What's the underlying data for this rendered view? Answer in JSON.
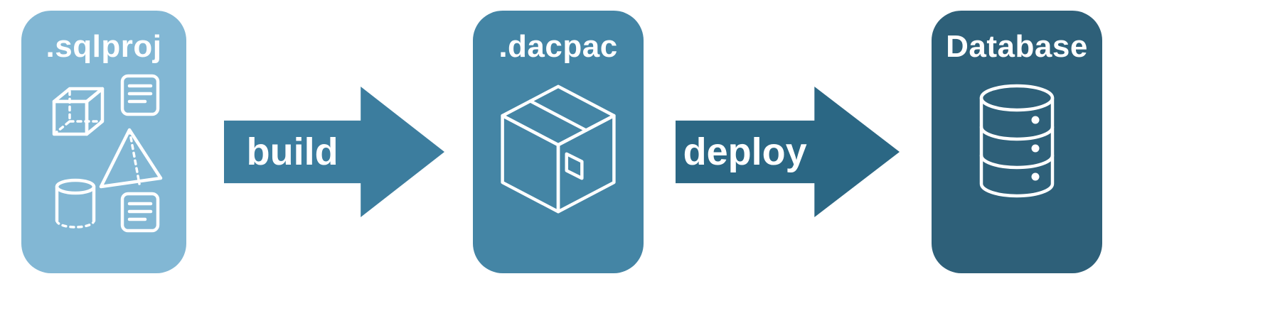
{
  "diagram": {
    "background_color": "#FFFFFF",
    "text_color": "#FFFFFF",
    "icon_stroke_color": "#FFFFFF",
    "stages": [
      {
        "label": ".sqlproj",
        "color": "#82B7D4",
        "icon": "sql-project-objects-icon"
      },
      {
        "label": ".dacpac",
        "color": "#4485A5",
        "icon": "package-box-icon"
      },
      {
        "label": "Database",
        "color": "#2E6079",
        "icon": "database-icon"
      }
    ],
    "arrows": [
      {
        "label": "build",
        "color": "#3C7D9E"
      },
      {
        "label": "deploy",
        "color": "#2B6784"
      }
    ]
  }
}
